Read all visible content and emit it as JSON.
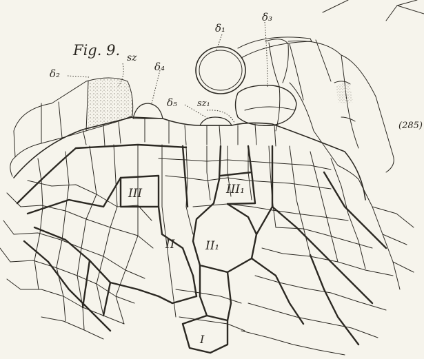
{
  "figure": {
    "title": "Fig. 9.",
    "plate_number": "(285)"
  },
  "labels": {
    "delta_1": "δ₁",
    "delta_2": "δ₂",
    "delta_3": "δ₃",
    "delta_4": "δ₄",
    "delta_5": "δ₅",
    "sz": "sz",
    "sz_1": "sz₁",
    "cell_III": "III",
    "cell_III_1": "III₁",
    "cell_II": "II",
    "cell_II_1": "II₁",
    "cell_I": "I"
  },
  "colors": {
    "paper": "#f6f4ec",
    "ink": "#2b2822",
    "stipple": "#9a968c"
  }
}
